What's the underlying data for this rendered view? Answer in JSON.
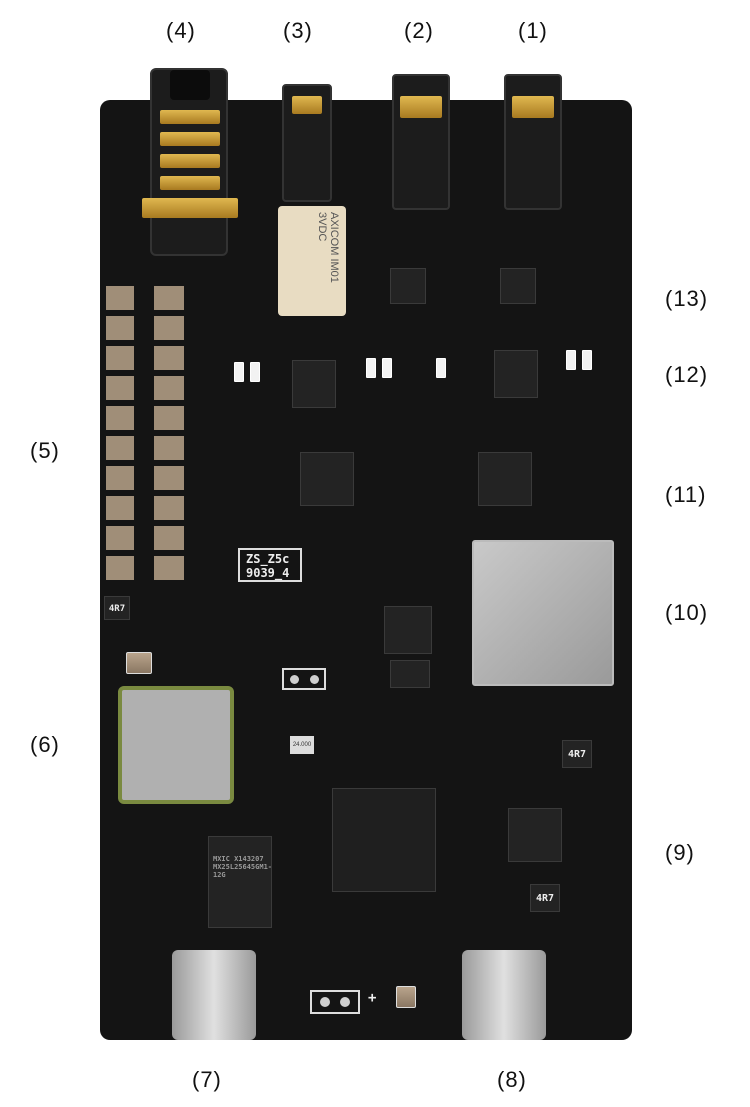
{
  "labels": {
    "l1": "(1)",
    "l2": "(2)",
    "l3": "(3)",
    "l4": "(4)",
    "l5": "(5)",
    "l6": "(6)",
    "l7": "(7)",
    "l8": "(8)",
    "l9": "(9)",
    "l10": "(10)",
    "l11": "(11)",
    "l12": "(12)",
    "l13": "(13)"
  },
  "board": {
    "silk_line1": "ZS_Z5c",
    "silk_line2": "9039_4",
    "relay_text": "AXICOM IM01 3VDC",
    "flash_text": "MXIC X143207 MX25L25645GM1-12G",
    "inductor_text": "4R7",
    "crystal_text": "24.000",
    "plus_sign": "+"
  },
  "colors": {
    "board": "#141414",
    "gold": "#d4a83a",
    "silk": "#dddddd"
  }
}
